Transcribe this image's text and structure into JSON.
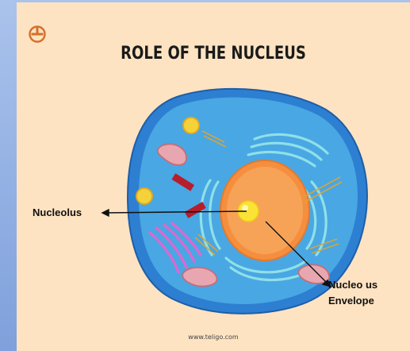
{
  "poster": {
    "title": "ROLE OF THE NUCLEUS",
    "footer": "www.teligo.com"
  },
  "labels": {
    "nucleolus": "Nucleolus",
    "envelope_line1": "Nucleo us",
    "envelope_line2": "Envelope"
  },
  "colors": {
    "background": "#fde3c2",
    "cell_membrane": "#2d7fd1",
    "cytoplasm": "#49a7e3",
    "nucleus": "#f58f3f",
    "nucleolus": "#fae334",
    "logo": "#d4702a"
  }
}
